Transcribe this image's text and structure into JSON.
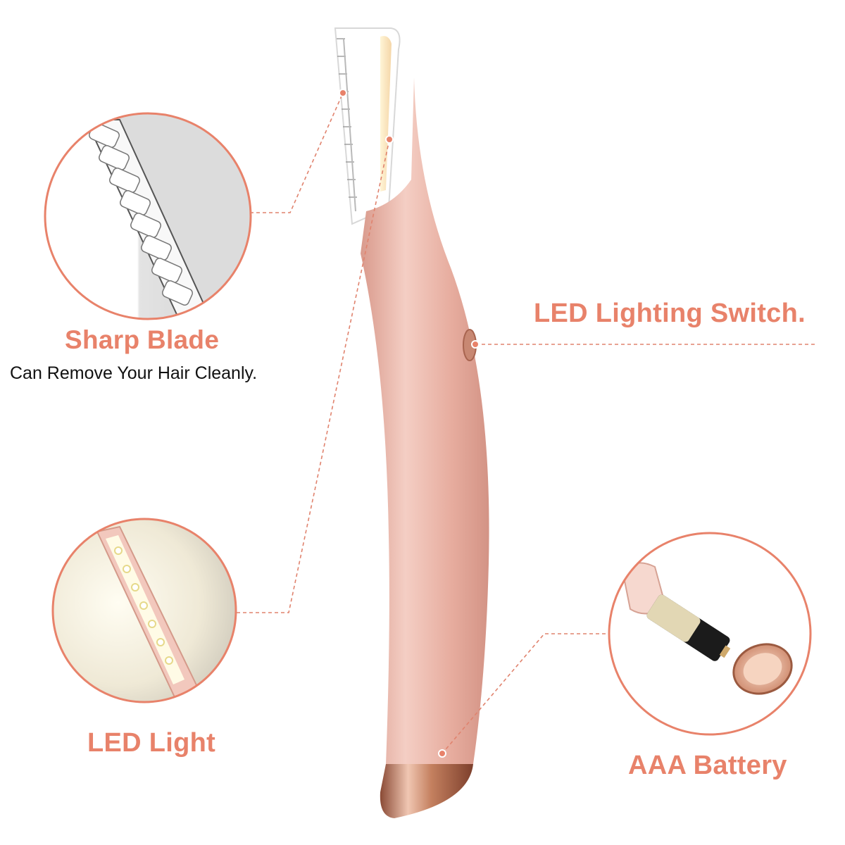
{
  "callouts": {
    "blade": {
      "title": "Sharp Blade",
      "subtitle": "Can Remove Your Hair Cleanly."
    },
    "switch": {
      "title": "LED Lighting Switch."
    },
    "led": {
      "title": "LED Light"
    },
    "battery": {
      "title": "AAA Battery"
    }
  },
  "colors": {
    "accent": "#e8826a",
    "body_pink": "#e9b3a6",
    "rose_gold": "#b8735a",
    "text_dark": "#111111",
    "background": "#ffffff"
  }
}
